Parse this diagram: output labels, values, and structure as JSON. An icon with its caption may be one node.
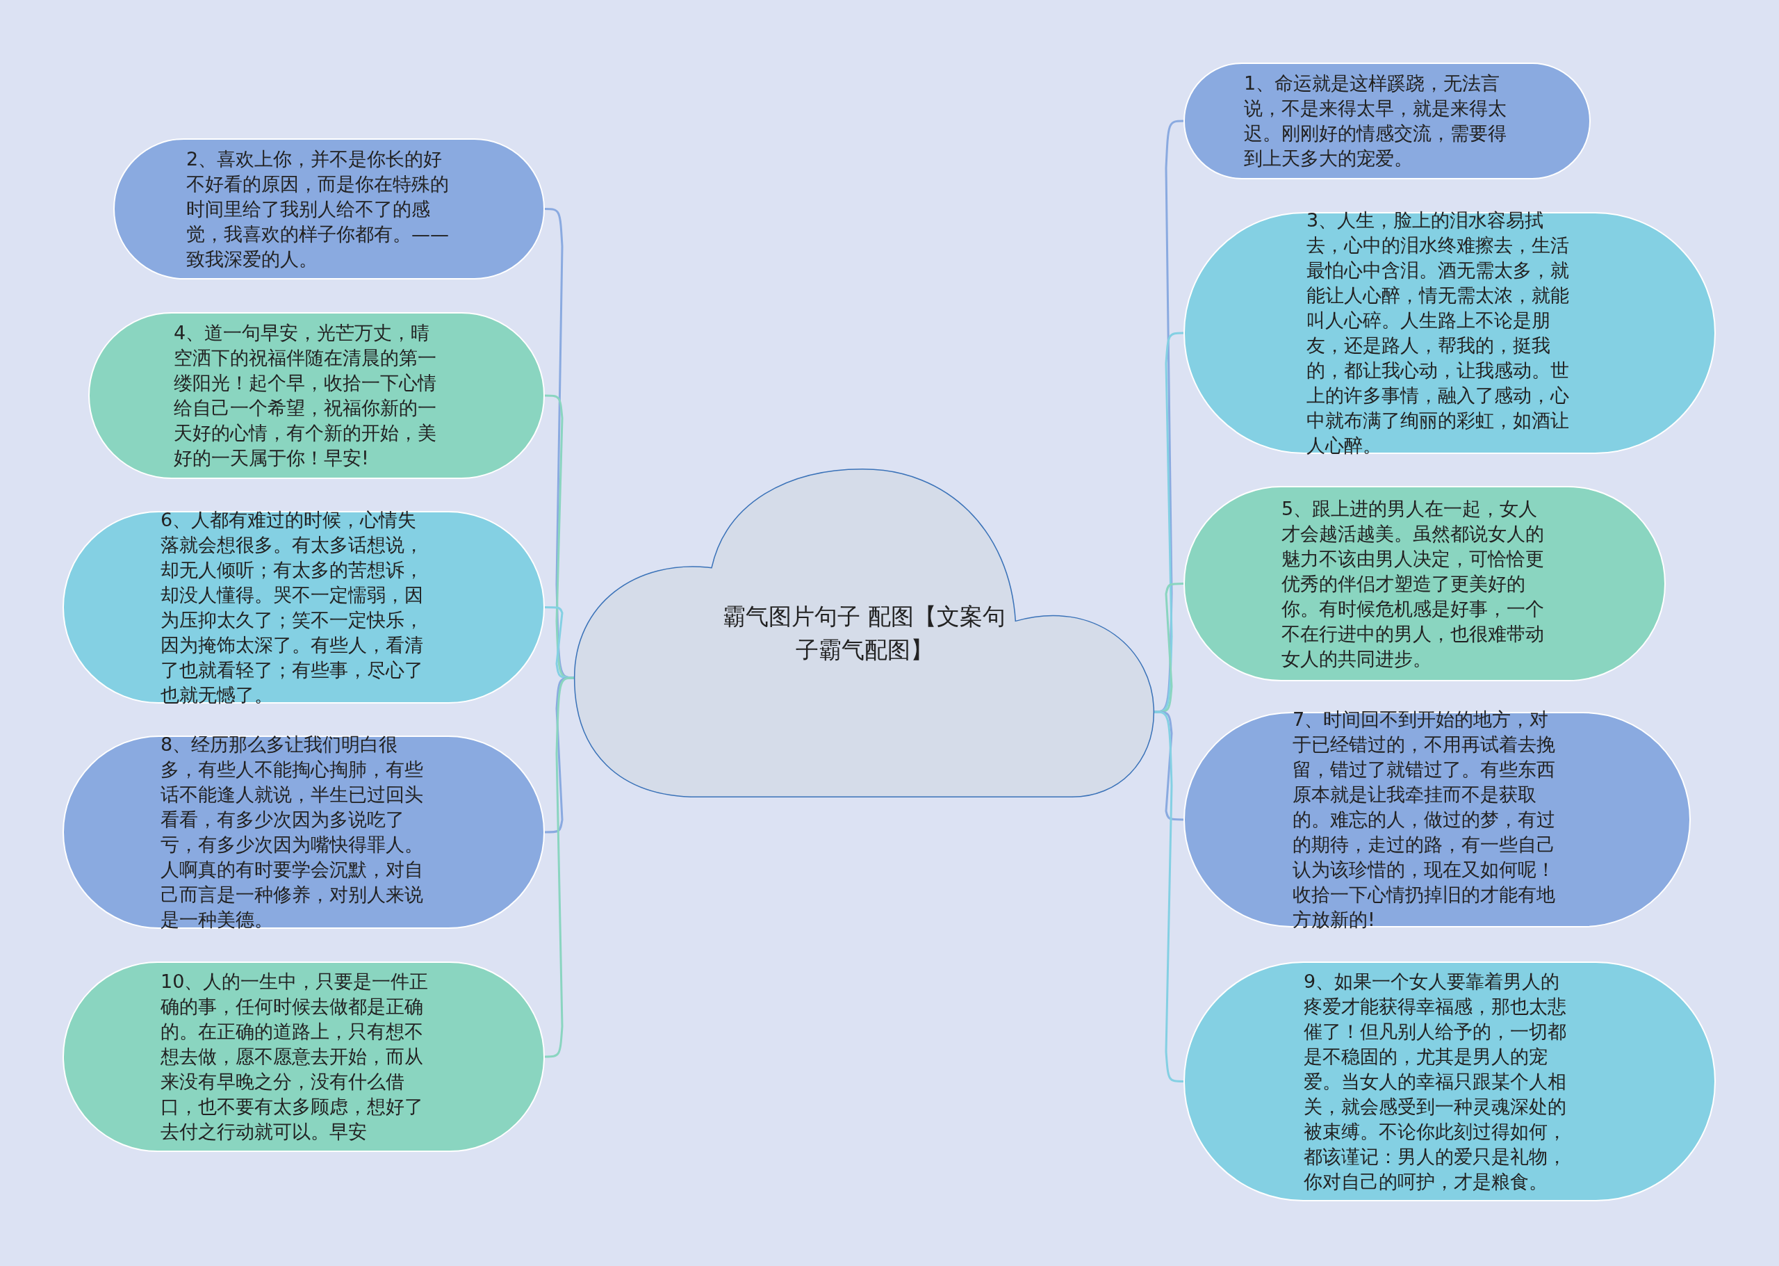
{
  "diagram": {
    "nodes": [
      {
        "text": [
          "霸气图片句子 配图【文案句子霸气配图】"
        ]
      },
      {
        "text": [
          "2、喜欢上你，并不是你长的好不好看的原因，而是你在特殊的时间里给了我别人给不了的感觉，我喜欢的样子你都有。——致我深爱的人。"
        ]
      },
      {
        "text": [
          "4、道一句早安，光芒万丈，晴空洒下的祝福伴随在清晨的第一缕阳光！起个早，收拾一下心情给自己一个希望，祝福你新的一天好的心情，有个新的开始，美好的一天属于你！早安!"
        ]
      },
      {
        "text": [
          "6、人都有难过的时候，心情失落就会想很多。有太多话想说，却无人倾听；有太多的苦想诉，却没人懂得。哭不一定懦弱，因为压抑太久了；笑不一定快乐，因为掩饰太深了。有些人，看清了也就看轻了；有些事，尽心了也就无憾了。"
        ]
      },
      {
        "text": [
          "8、经历那么多让我们明白很多，有些人不能掏心掏肺，有些话不能逢人就说，半生已过回头看看，有多少次因为多说吃了亏，有多少次因为嘴快得罪人。人啊真的有时要学会沉默，对自己而言是一种修养，对别人来说是一种美德。"
        ]
      },
      {
        "text": [
          "10、人的一生中，只要是一件正确的事，任何时候去做都是正确的。在正确的道路上，只有想不想去做，愿不愿意去开始，而从来没有早晚之分，没有什么借口，也不要有太多顾虑，想好了去付之行动就可以。早安"
        ]
      },
      {
        "text": [
          "1、命运就是这样蹊跷，无法言说，不是来得太早，就是来得太迟。刚刚好的情感交流，需要得到上天多大的宠爱。"
        ]
      },
      {
        "text": [
          "3、人生，脸上的泪水容易拭去，心中的泪水终难擦去，生活最怕心中含泪。酒无需太多，就能让人心醉，情无需太浓，就能叫人心碎。人生路上不论是朋友，还是路人，帮我的，挺我的，都让我心动，让我感动。世上的许多事情，融入了感动，心中就布满了绚丽的彩虹，如酒让人心醉。"
        ]
      },
      {
        "text": [
          "5、跟上进的男人在一起，女人才会越活越美。虽然都说女人的魅力不该由男人决定，可恰恰更优秀的伴侣才塑造了更美好的你。有时候危机感是好事，一个不在行进中的男人，也很难带动女人的共同进步。"
        ]
      },
      {
        "text": [
          "7、时间回不到开始的地方，对于已经错过的，不用再试着去挽留，错过了就错过了。有些东西原本就是让我牵挂而不是获取的。难忘的人，做过的梦，有过的期待，走过的路，有一些自己认为该珍惜的，现在又如何呢！收拾一下心情扔掉旧的才能有地方放新的!"
        ]
      },
      {
        "text": [
          "9、如果一个女人要靠着男人的疼爱才能获得幸福感，那也太悲催了！但凡别人给予的，一切都是不稳固的，尤其是男人的宠爱。当女人的幸福只跟某个人相关，就会感受到一种灵魂深处的被束缚。不论你此刻过得如何，都该谨记：男人的爱只是礼物，你对自己的呵护，才是粮食。"
        ]
      }
    ],
    "edges": [
      {
        "from": 0,
        "to": 1,
        "arrow": "none",
        "color": "#8aaae0"
      },
      {
        "from": 0,
        "to": 2,
        "arrow": "none",
        "color": "#8ad5c0"
      },
      {
        "from": 0,
        "to": 3,
        "arrow": "none",
        "color": "#84d0e3"
      },
      {
        "from": 0,
        "to": 4,
        "arrow": "none",
        "color": "#8aaae0"
      },
      {
        "from": 0,
        "to": 5,
        "arrow": "none",
        "color": "#8ad5c0"
      },
      {
        "from": 0,
        "to": 6,
        "arrow": "none",
        "color": "#8aaae0"
      },
      {
        "from": 0,
        "to": 7,
        "arrow": "none",
        "color": "#84d0e3"
      },
      {
        "from": 0,
        "to": 8,
        "arrow": "none",
        "color": "#8ad5c0"
      },
      {
        "from": 0,
        "to": 9,
        "arrow": "none",
        "color": "#8aaae0"
      },
      {
        "from": 0,
        "to": 10,
        "arrow": "none",
        "color": "#84d0e3"
      }
    ]
  }
}
